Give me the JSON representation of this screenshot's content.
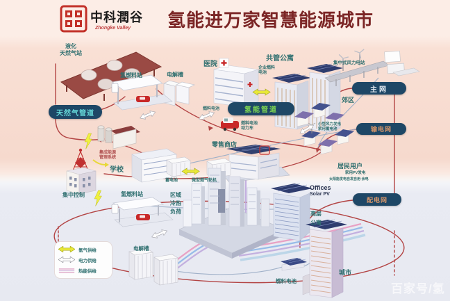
{
  "header": {
    "logo_cn": "中科潤谷",
    "logo_en": "Zhongke Valley",
    "title": "氢能进万家智慧能源城市"
  },
  "pills": {
    "gas": "天然气管道",
    "hydrogen": "氢能管道",
    "main_grid": "主网",
    "transmission": "输电网",
    "distribution": "配电网"
  },
  "labels": {
    "lng": "液化\n天然气站",
    "h2_station_1": "氢燃料站",
    "electrolyzer_1": "电解槽",
    "hospital": "医院",
    "condo": "共管公寓",
    "biz_fuel_cell": "企业燃料\n电池",
    "wind_farm": "集中式风力电站",
    "suburb": "郊区",
    "small_wind": "小型风力发电\n家用蓄电池",
    "residential": "居民用户",
    "residential_sub1": "家用PV发电",
    "residential_sub2": "太阳能发电自发自用·余电",
    "offices": "Offices",
    "offices_sub": "Solar PV",
    "highrise": "高层\n公寓",
    "city": "城市",
    "fuel_cell_unit": "燃料电池",
    "electrolyzer_2": "电解槽",
    "h2_station_2": "氢燃料站",
    "central_control": "集中控制",
    "district_load": "区域\n冷热\n负荷",
    "school": "学校",
    "retail": "零售商店",
    "battery": "蓄电池",
    "micro_turbine": "微型燃气轮机",
    "fuel_cell_small": "燃料电池",
    "fc_vehicle": "燃料电池\n动力车",
    "ems": "集成能源\n管理系统"
  },
  "legend": {
    "items": [
      {
        "icon": "yellow-double-arrow",
        "label": "氢气供给"
      },
      {
        "icon": "white-double-arrow",
        "label": "电力供给"
      },
      {
        "icon": "pink-stripes",
        "label": "热能供给"
      }
    ]
  },
  "watermark": "百家号/氢"
}
